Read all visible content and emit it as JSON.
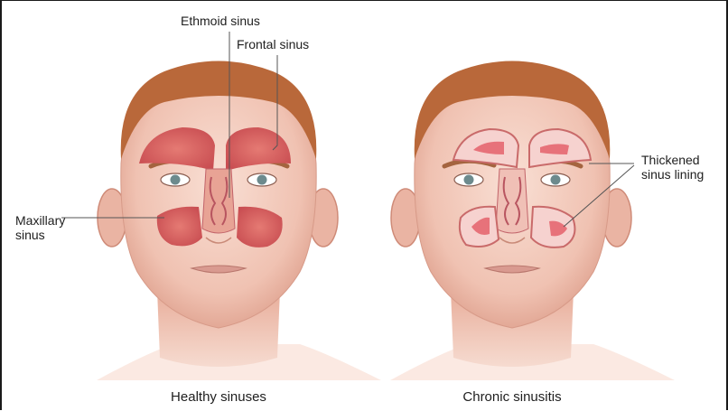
{
  "labels": {
    "ethmoid": "Ethmoid sinus",
    "frontal": "Frontal sinus",
    "maxillary_line1": "Maxillary",
    "maxillary_line2": "sinus",
    "thickened_line1": "Thickened",
    "thickened_line2": "sinus lining"
  },
  "captions": {
    "left": "Healthy sinuses",
    "right": "Chronic sinusitis"
  },
  "colors": {
    "skin": "#f4cfc2",
    "skin_shadow": "#e3a594",
    "hair": "#b9683a",
    "sinus_fill": "#dd5e5e",
    "sinus_inflamed": "#e7727a",
    "lining": "#f6d2cf",
    "leader_line": "#555555",
    "frame": "#1a1a1a"
  }
}
